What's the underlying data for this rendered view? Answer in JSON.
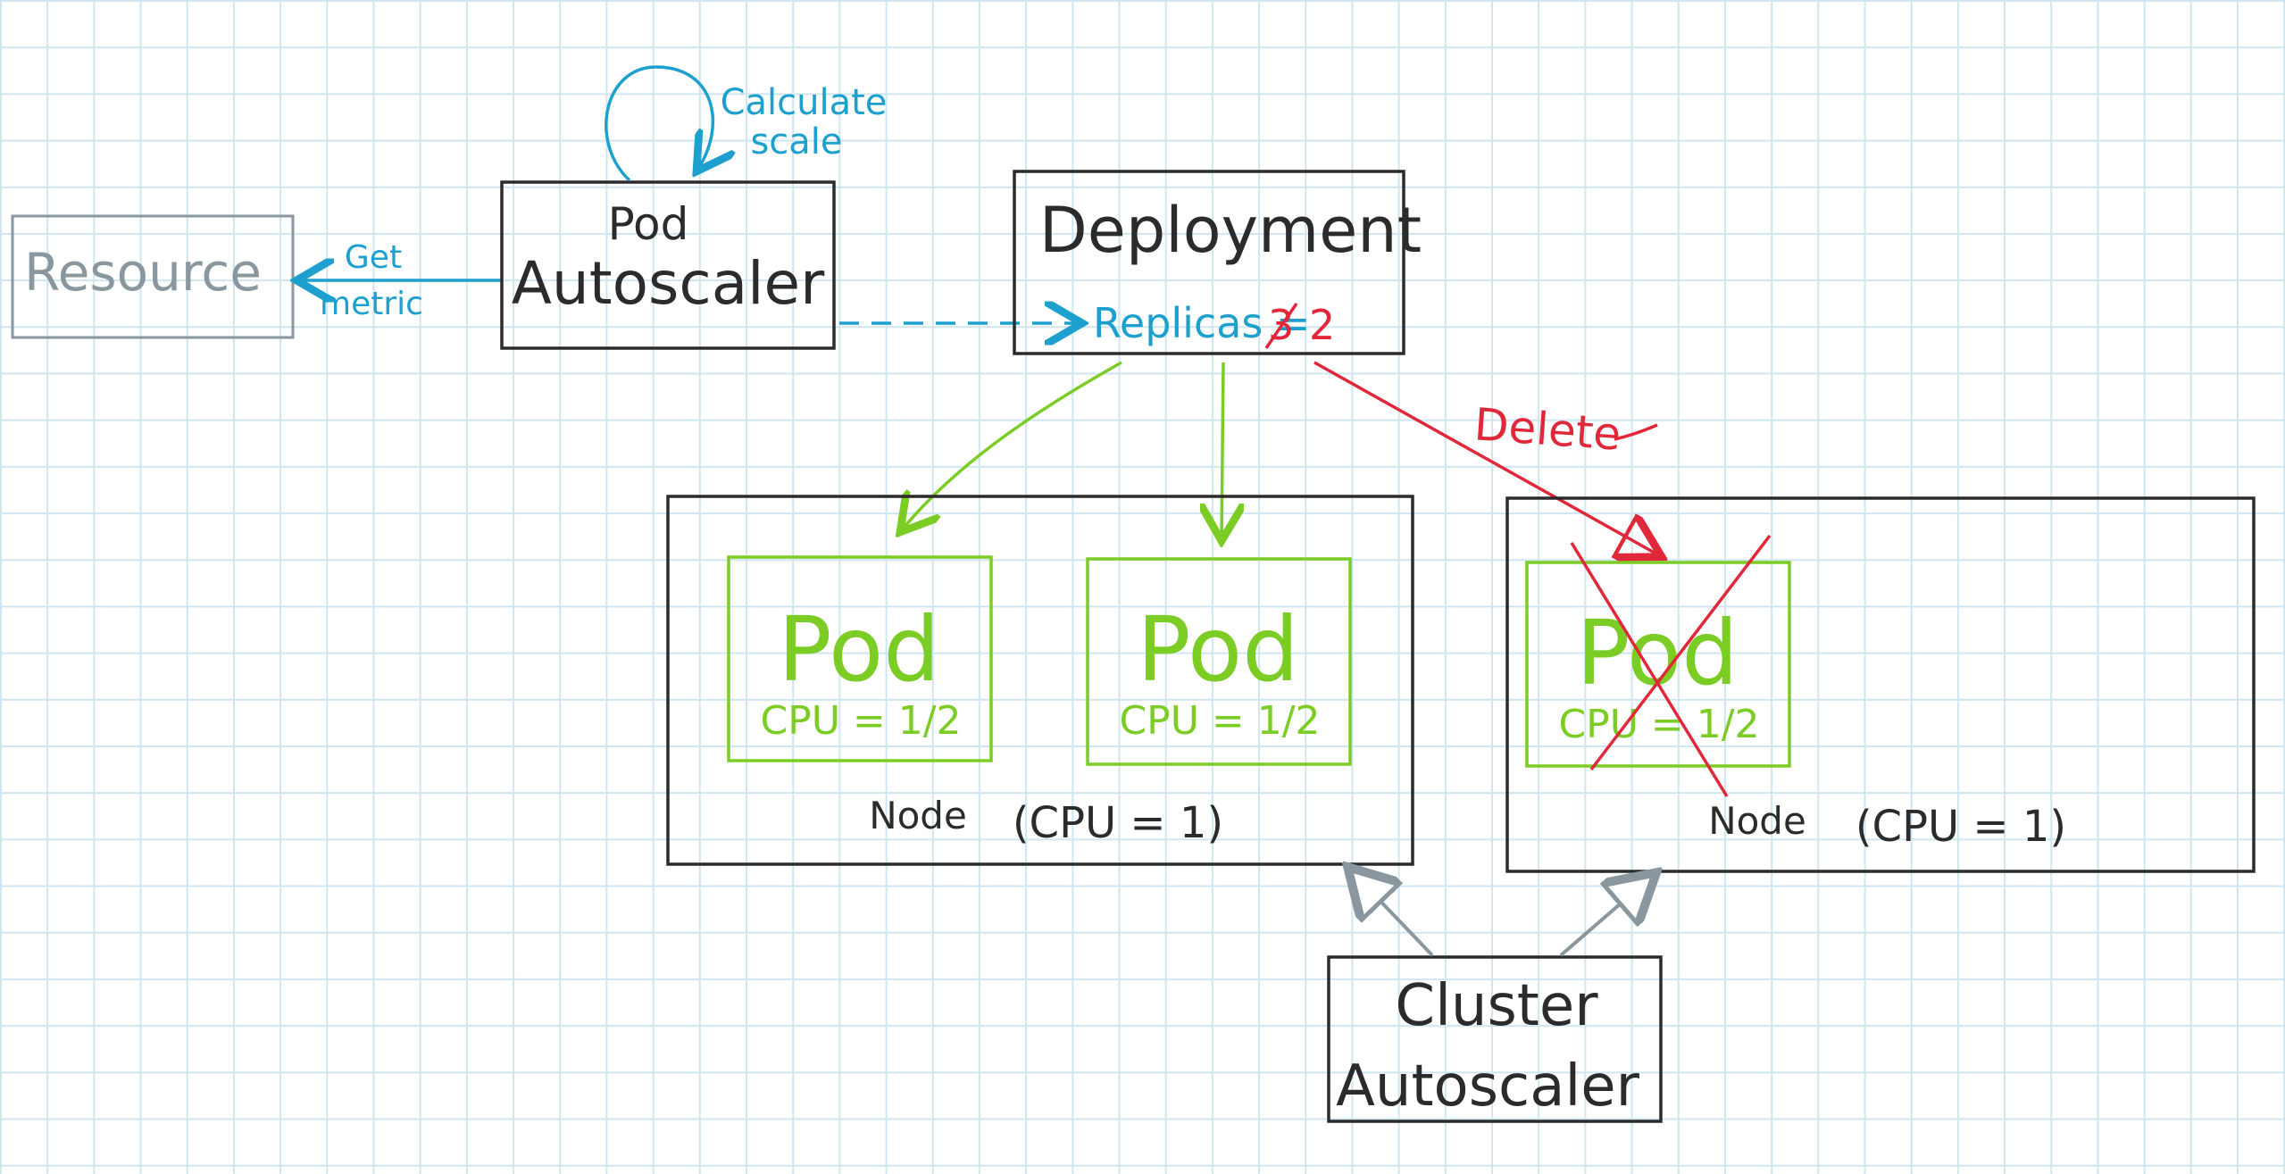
{
  "colors": {
    "ink": "#2b2b2b",
    "blue": "#1ea0cf",
    "green": "#7ccc26",
    "red": "#e0283a",
    "gray": "#8a979e"
  },
  "resource": {
    "label": "Resource"
  },
  "get_metric": {
    "line1": "Get",
    "line2": "metric"
  },
  "pod_autoscaler": {
    "line1": "Pod",
    "line2": "Autoscaler"
  },
  "calculate_scale": {
    "line1": "Calculate",
    "line2": "scale"
  },
  "deployment": {
    "title": "Deployment",
    "replicas_label": "Replicas =",
    "old_value": "3",
    "new_value": "2"
  },
  "delete_label": "Delete",
  "node_left": {
    "label": "Node",
    "cpu": "(CPU = 1)",
    "pods": [
      {
        "title": "Pod",
        "cpu": "CPU = 1/2"
      },
      {
        "title": "Pod",
        "cpu": "CPU = 1/2"
      }
    ]
  },
  "node_right": {
    "label": "Node",
    "cpu": "(CPU = 1)",
    "pods": [
      {
        "title": "Pod",
        "cpu": "CPU = 1/2"
      }
    ]
  },
  "cluster_autoscaler": {
    "line1": "Cluster",
    "line2": "Autoscaler"
  }
}
